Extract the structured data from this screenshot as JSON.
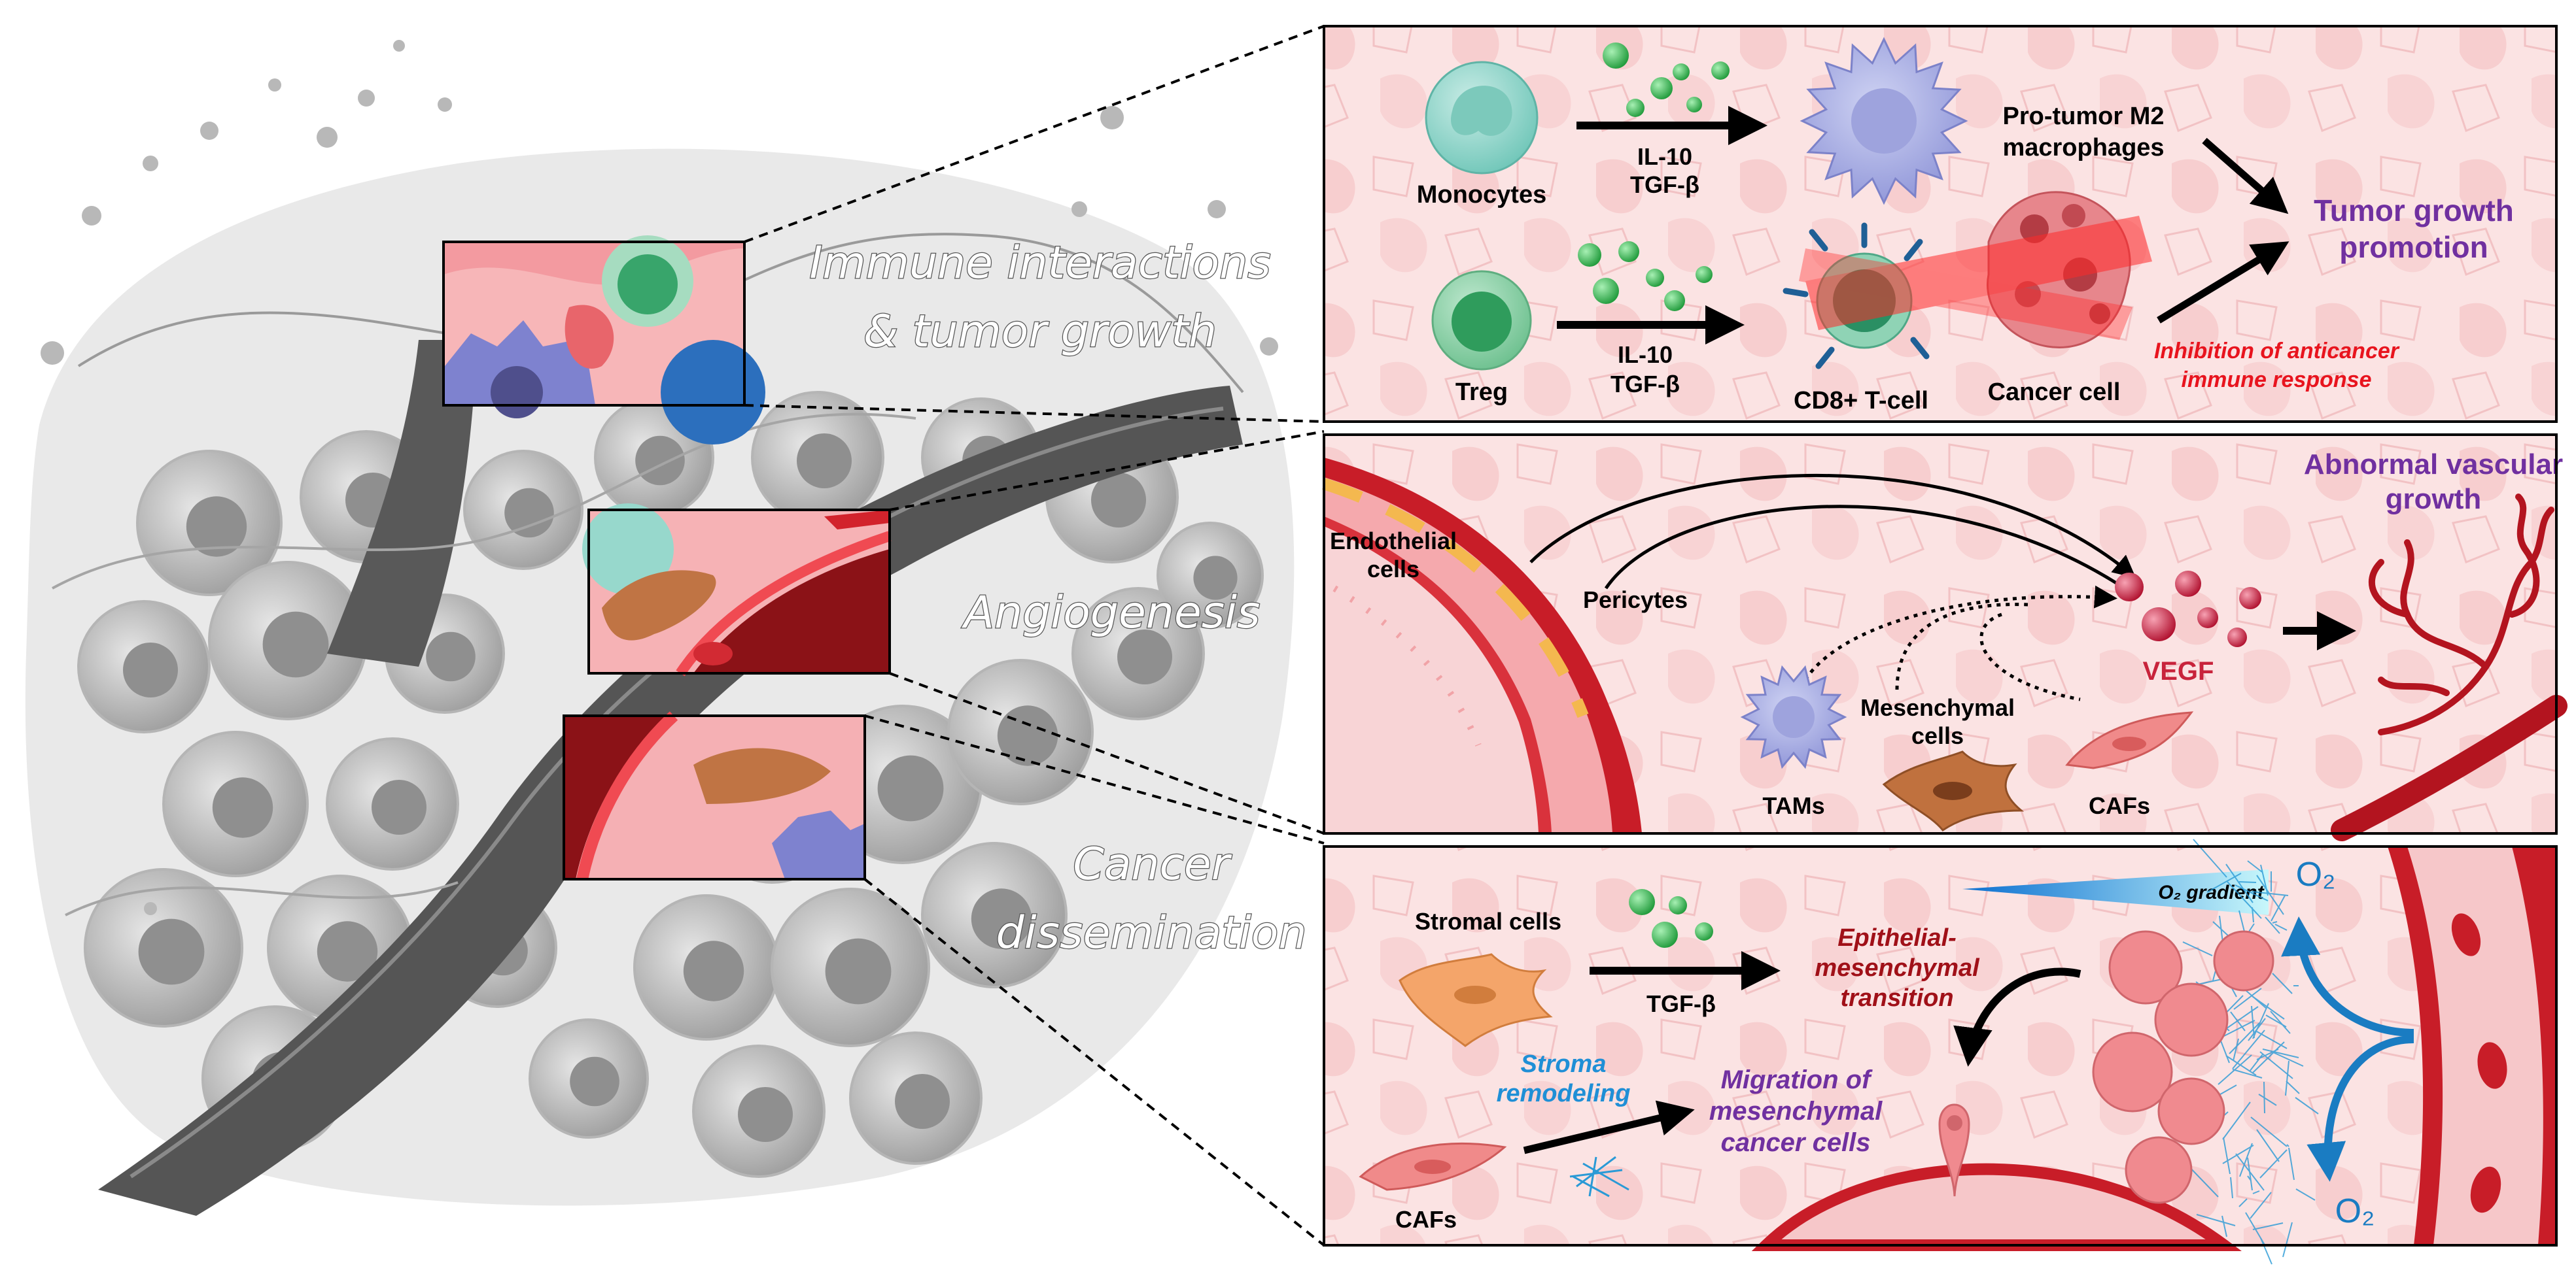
{
  "overview": {
    "labels": {
      "immune_line1": "Immune interactions",
      "immune_line2": "& tumor growth",
      "angiogenesis": "Angiogenesis",
      "dissemination_line1": "Cancer",
      "dissemination_line2": "dissemination"
    }
  },
  "panel_immune": {
    "monocytes": "Monocytes",
    "treg": "Treg",
    "cytokines_top_1": "IL-10",
    "cytokines_top_2": "TGF-β",
    "cytokines_bottom_1": "IL-10",
    "cytokines_bottom_2": "TGF-β",
    "m2_line1": "Pro-tumor M2",
    "m2_line2": "macrophages",
    "cd8": "CD8+ T-cell",
    "cancer_cell": "Cancer cell",
    "inhibition_line1": "Inhibition of anticancer",
    "inhibition_line2": "immune response",
    "outcome_line1": "Tumor growth",
    "outcome_line2": "promotion"
  },
  "panel_angio": {
    "endothelial_line1": "Endothelial",
    "endothelial_line2": "cells",
    "pericytes": "Pericytes",
    "vegf": "VEGF",
    "mesenchymal_line1": "Mesenchymal",
    "mesenchymal_line2": "cells",
    "tams": "TAMs",
    "cafs": "CAFs",
    "outcome_line1": "Abnormal vascular",
    "outcome_line2": "growth"
  },
  "panel_dissem": {
    "stromal": "Stromal cells",
    "tgfb": "TGF-β",
    "emt_line1": "Epithelial-",
    "emt_line2": "mesenchymal",
    "emt_line3": "transition",
    "stroma_line1": "Stroma",
    "stroma_line2": "remodeling",
    "migration_line1": "Migration of",
    "migration_line2": "mesenchymal",
    "migration_line3": "cancer cells",
    "o2_gradient": "O₂ gradient",
    "o2_top": "O₂",
    "o2_bottom": "O₂",
    "cafs": "CAFs"
  },
  "colors": {
    "purple_outcome": "#7030a0",
    "red_inhibition": "#e8141e",
    "dark_red": "#a01018",
    "blue_label": "#1f8fd6",
    "o2_blue": "#1a7cc2"
  }
}
